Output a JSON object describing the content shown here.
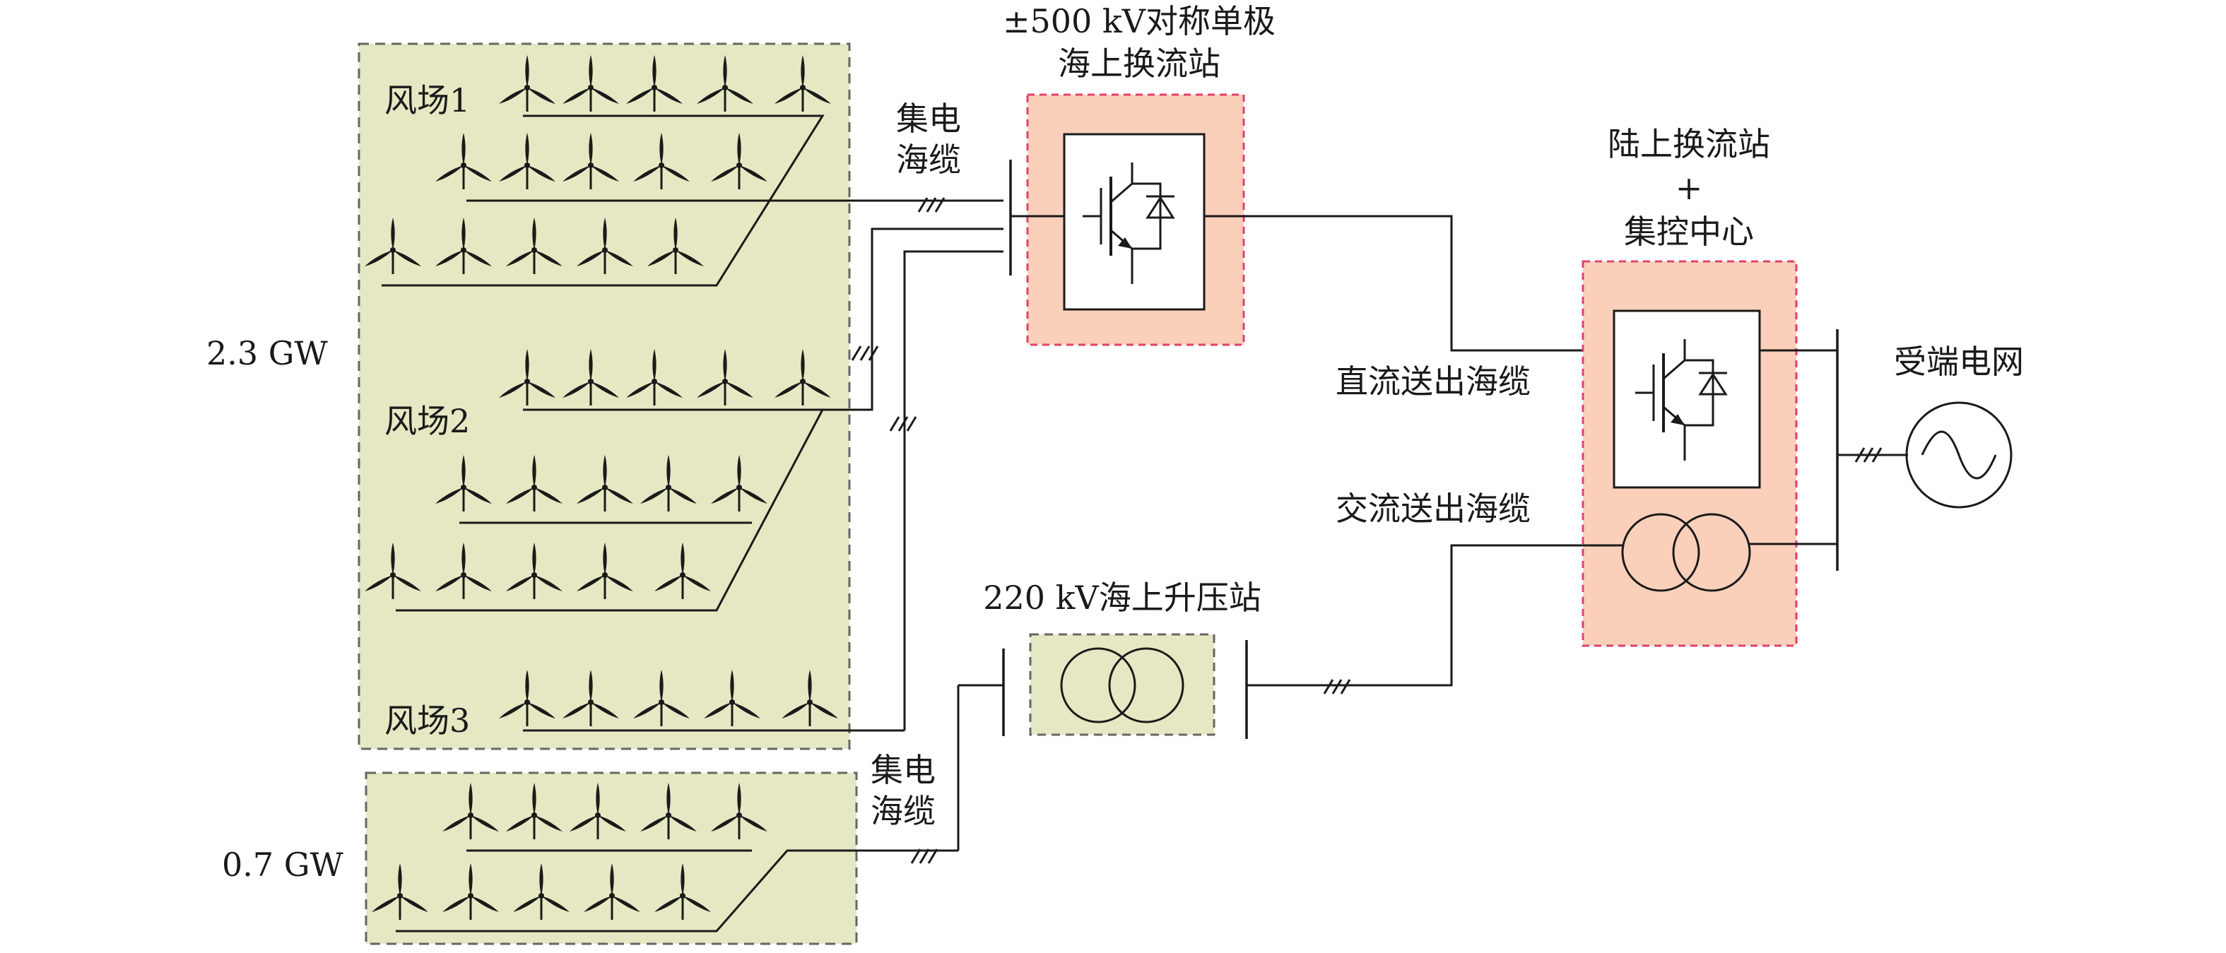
{
  "colors": {
    "wind_zone_fill": "#e5e8c2",
    "wind_zone_border": "#666666",
    "converter_station_fill": "#fbd0bb",
    "converter_station_border": "#e0406a",
    "line": "#1a1a1a"
  },
  "capacities": {
    "upper_group": "2.3 GW",
    "lower_group": "0.7 GW"
  },
  "wind_farms": {
    "farm1": "风场1",
    "farm2": "风场2",
    "farm3": "风场3"
  },
  "cables": {
    "collector_top_line1": "集电",
    "collector_top_line2": "海缆",
    "collector_bottom_line1": "集电",
    "collector_bottom_line2": "海缆",
    "dc_export": "直流送出海缆",
    "ac_export": "交流送出海缆"
  },
  "stations": {
    "offshore_converter_line1": "±500 kV对称单极",
    "offshore_converter_line2": "海上换流站",
    "onshore_converter_line1": "陆上换流站",
    "onshore_converter_line2": "+",
    "onshore_converter_line3": "集控中心",
    "offshore_booster": "220 kV海上升压站",
    "receiving_grid": "受端电网"
  },
  "icons": [
    "wind-turbine-icon",
    "igbt-converter-icon",
    "transformer-icon",
    "ac-source-icon",
    "cable-tick-icon"
  ]
}
